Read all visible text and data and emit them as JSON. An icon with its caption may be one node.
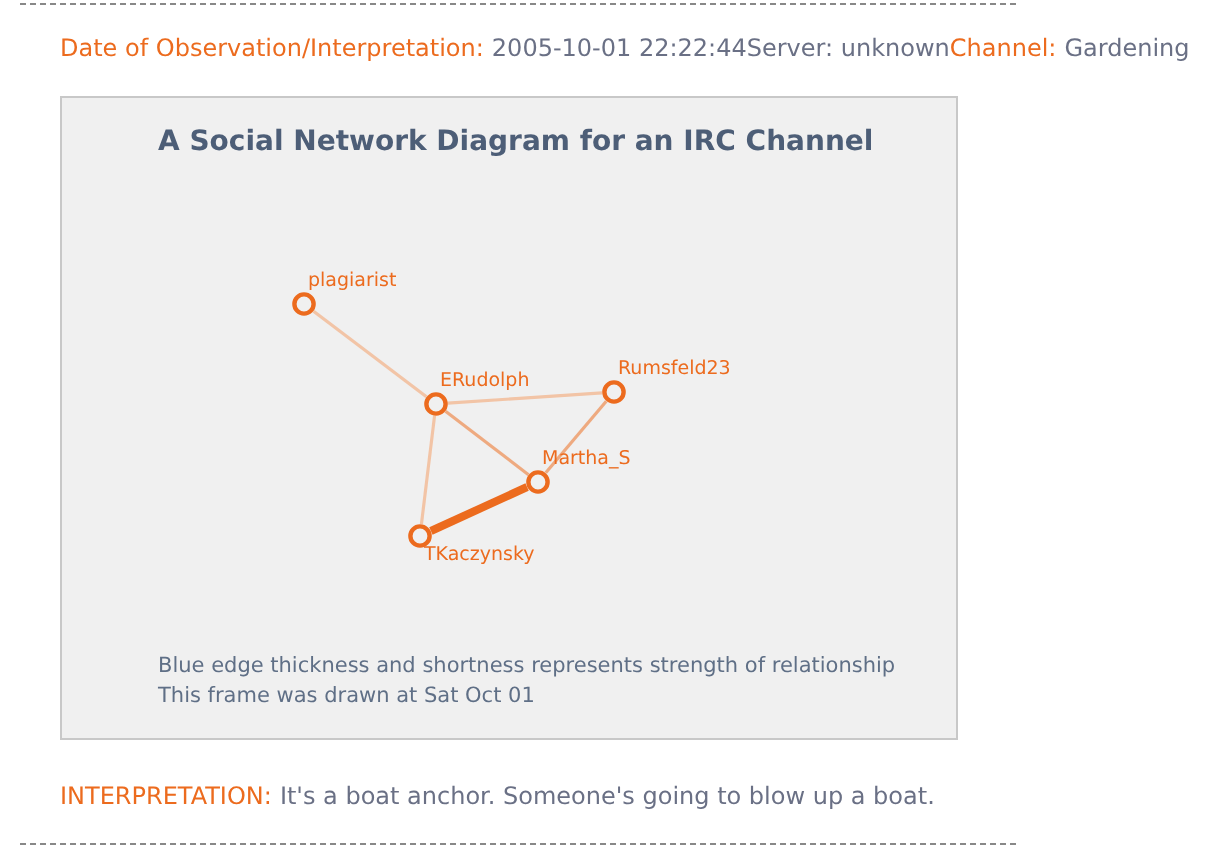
{
  "diagram": {
    "nodes": [
      {
        "text": [
          "A Social Network Diagram for an IRC Channel",
          "Blue edge thickness and shortness represents strength of relationship",
          "This frame was drawn at Sat Oct 01"
        ]
      },
      {
        "text": [
          "plagiarist"
        ],
        "in": 0
      },
      {
        "text": [
          "ERudolph"
        ],
        "in": 0
      },
      {
        "text": [
          "Rumsfeld23"
        ],
        "in": 0
      },
      {
        "text": [
          "Martha_S"
        ],
        "in": 0
      },
      {
        "text": [
          "TKaczynsky"
        ],
        "in": 0
      }
    ],
    "edges": [
      {
        "from": 1,
        "to": 2,
        "arrow": "none"
      },
      {
        "from": 2,
        "to": 3,
        "arrow": "none"
      },
      {
        "from": 2,
        "to": 4,
        "arrow": "none",
        "color": "#eeaa80"
      },
      {
        "from": 2,
        "to": 5,
        "arrow": "none"
      },
      {
        "from": 3,
        "to": 4,
        "arrow": "none",
        "color": "#eeaa80"
      },
      {
        "from": 4,
        "to": 5,
        "arrow": "none",
        "style": "thick",
        "color": "#ec6b1e"
      }
    ],
    "labels": [
      "Date of Observation/Interpretation:",
      "2005-10-01 22:22:44",
      "Server: unknown",
      "Channel:",
      "Gardening",
      "INTERPRETATION:",
      "It's a boat anchor. Someone's going to blow up a boat."
    ]
  }
}
